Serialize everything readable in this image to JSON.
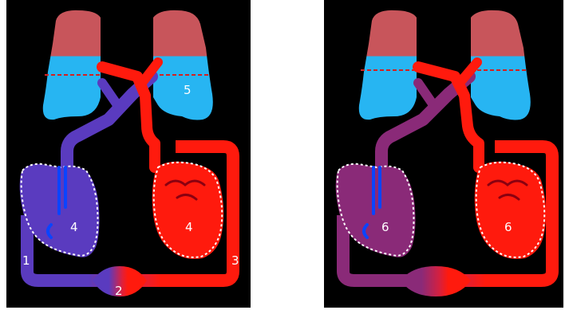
{
  "colors": {
    "background": "#000000",
    "lung_top": "#c8555b",
    "lung_bottom": "#27b5f2",
    "arterial": "#ff1a0d",
    "venous_left": "#5a3bbf",
    "venous_right": "#8a2a78",
    "dashed_line": "#d42020",
    "outline": "#ffffff"
  },
  "left_panel": {
    "labels": {
      "vessel_1": "1",
      "pouch_2": "2",
      "vessel_3": "3",
      "venous_heart": "4",
      "arterial_heart": "4",
      "lung": "5"
    }
  },
  "right_panel": {
    "labels": {
      "venous_heart": "6",
      "arterial_heart": "6"
    }
  }
}
